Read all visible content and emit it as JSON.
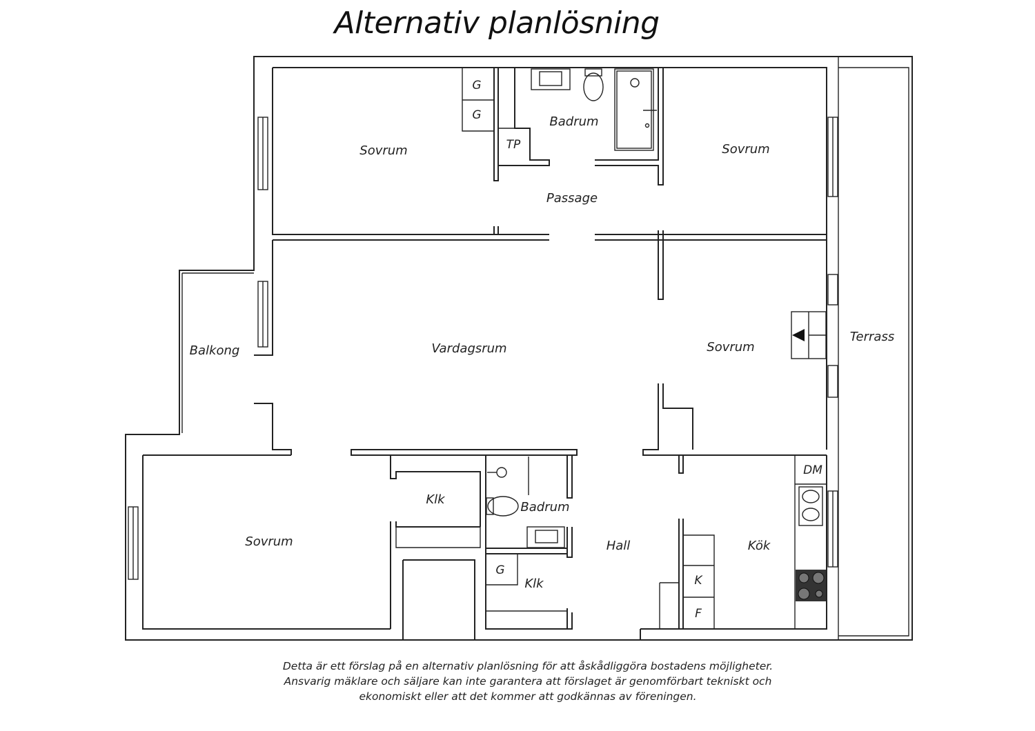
{
  "title": "Alternativ planlösning",
  "rooms": {
    "sovrum_top_left": "Sovrum",
    "sovrum_top_right": "Sovrum",
    "sovrum_mid_right": "Sovrum",
    "sovrum_bottom_left": "Sovrum",
    "badrum_top": "Badrum",
    "badrum_bottom": "Badrum",
    "passage": "Passage",
    "vardagsrum": "Vardagsrum",
    "balkong": "Balkong",
    "terrass": "Terrass",
    "klk_mid": "Klk",
    "klk_bottom": "Klk",
    "hall": "Hall",
    "kok": "Kök"
  },
  "fixtures": {
    "g1": "G",
    "g2": "G",
    "g3": "G",
    "tp": "TP",
    "dm": "DM",
    "k": "K",
    "f": "F"
  },
  "disclaimer": {
    "line1": "Detta är ett förslag på en alternativ planlösning för att åskådliggöra bostadens möjligheter.",
    "line2": "Ansvarig mäklare och säljare kan inte garantera att förslaget är genomförbart tekniskt och",
    "line3": "ekonomiskt eller att det kommer att godkännas av föreningen."
  }
}
